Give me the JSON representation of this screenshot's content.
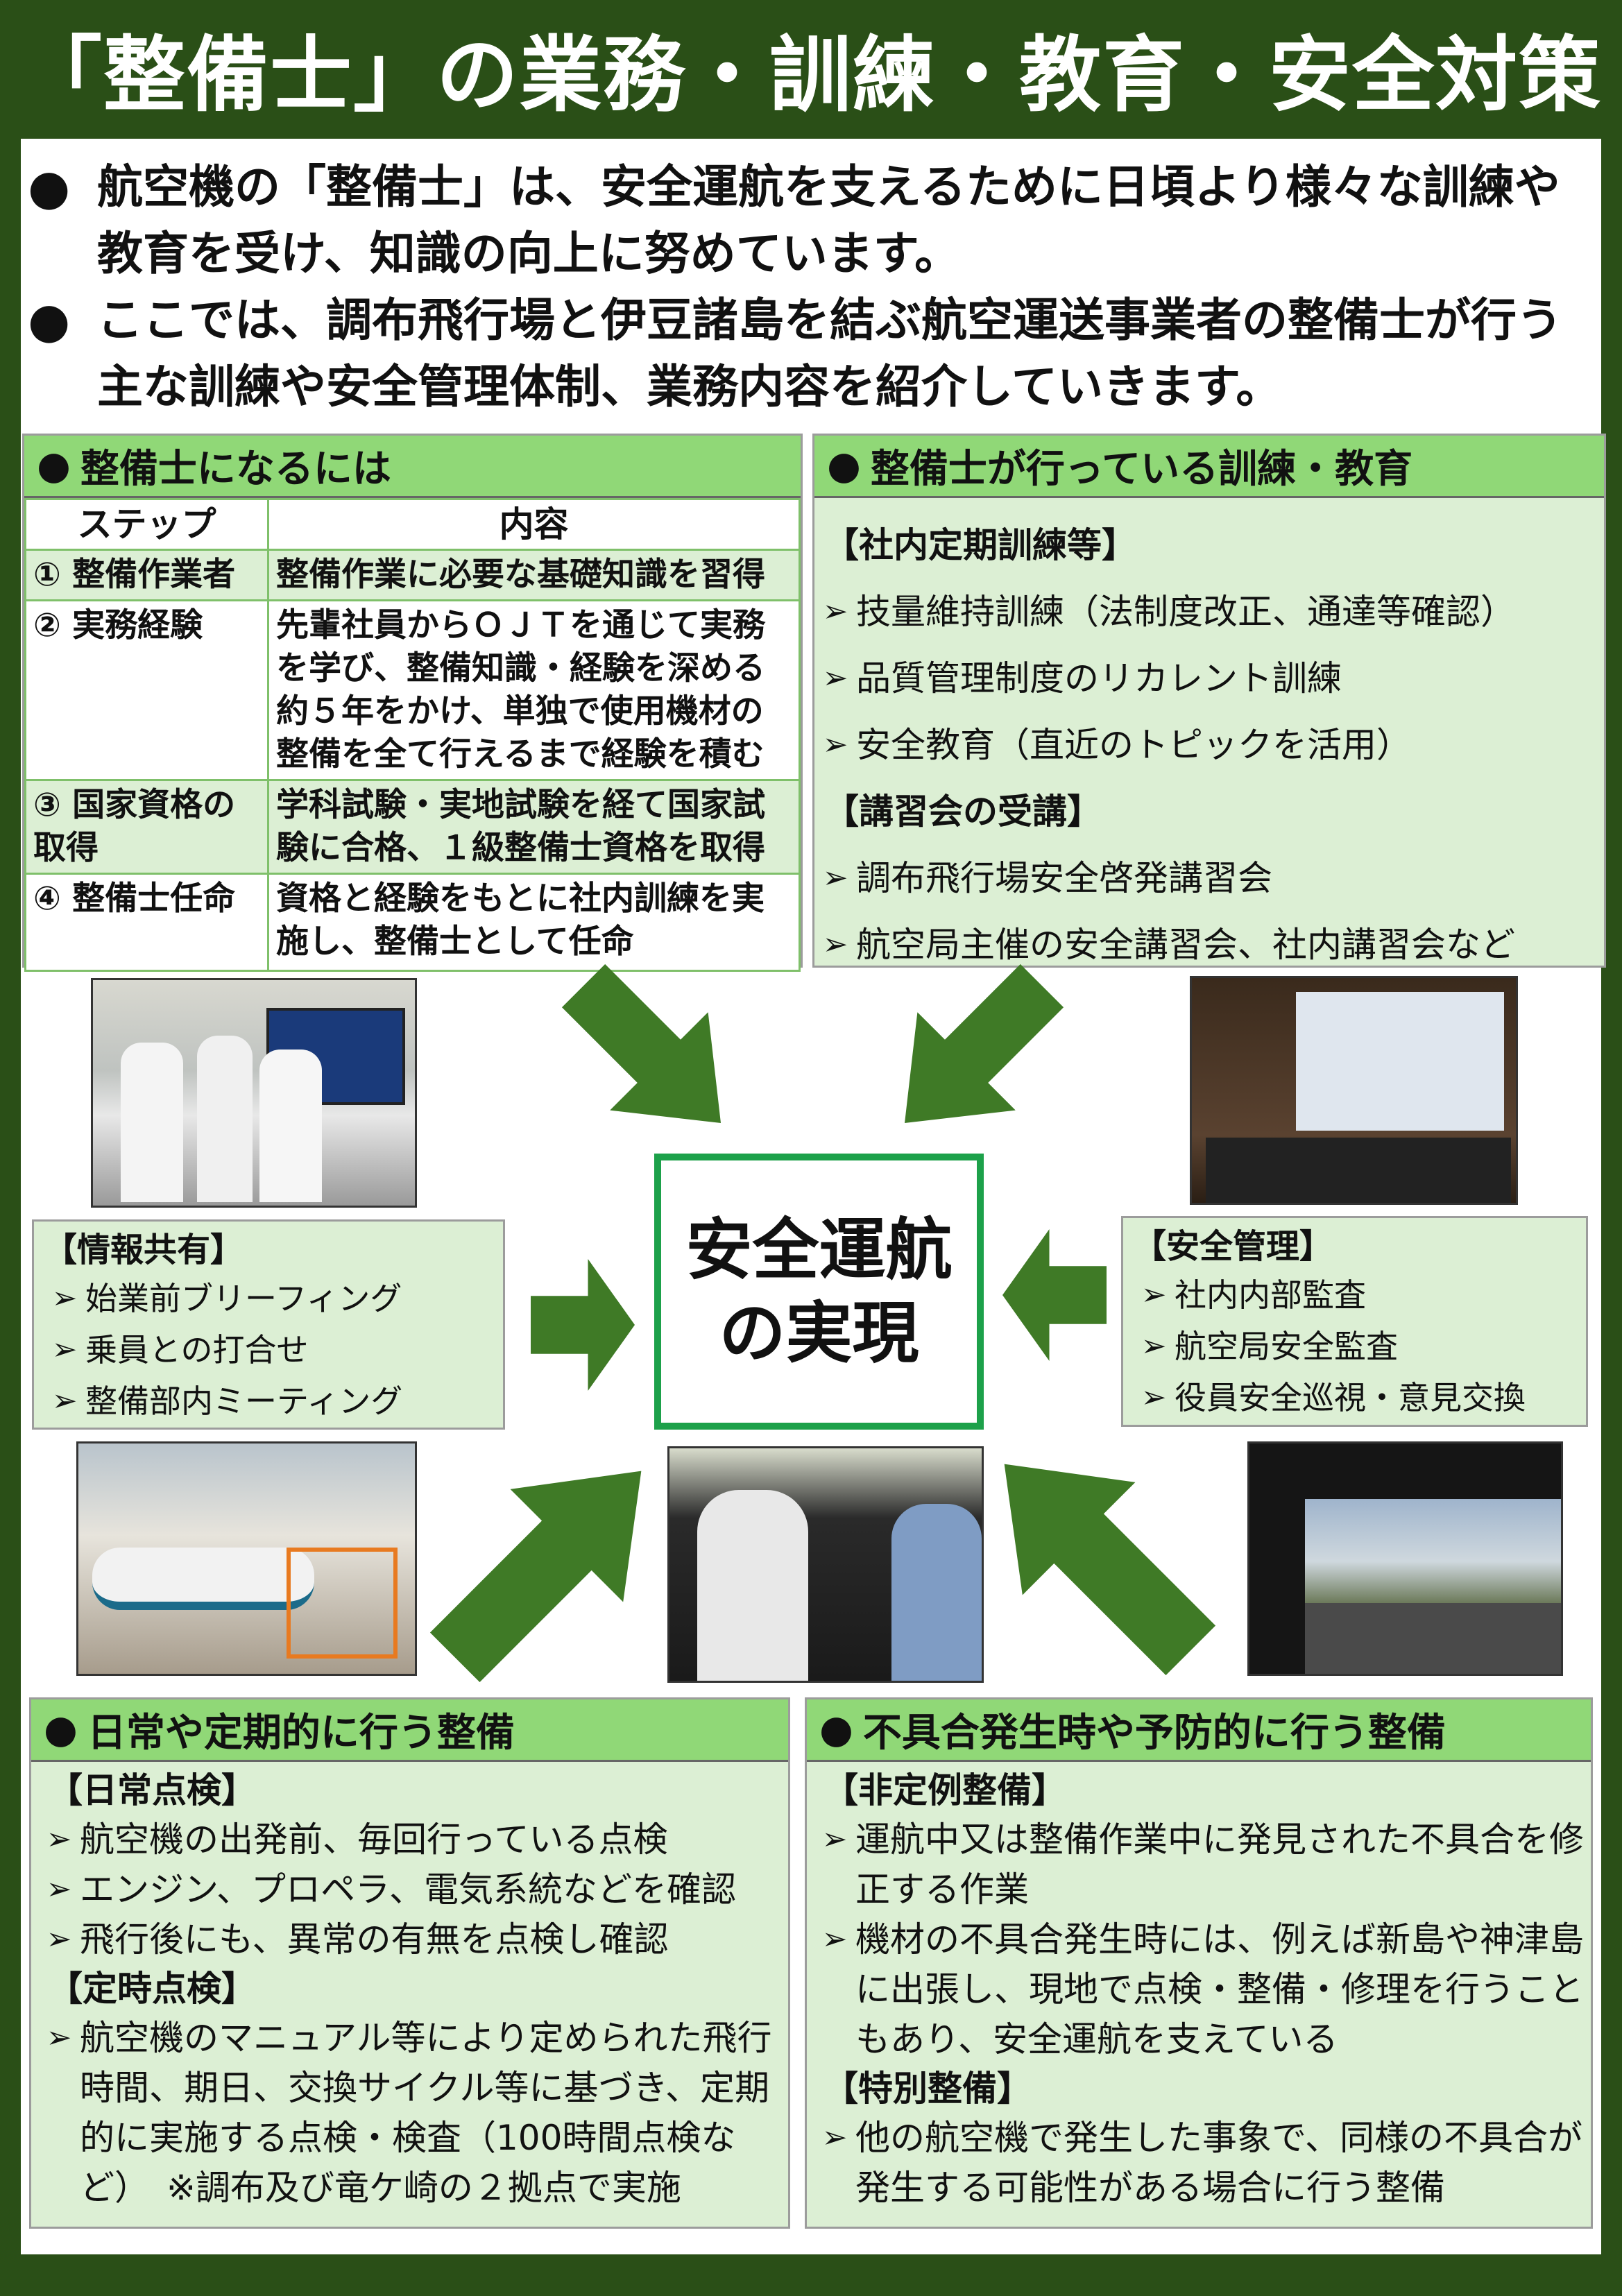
{
  "title": "「整備士」の業務・訓練・教育・安全対策",
  "bullet": "●",
  "intro": [
    "航空機の「整備士」は、安全運航を支えるために日頃より様々な訓練や教育を受け、知識の向上に努めています。",
    "ここでは、調布飛行場と伊豆諸島を結ぶ航空運送事業者の整備士が行う主な訓練や安全管理体制、業務内容を紹介していきます。"
  ],
  "become": {
    "header": "整備士になるには",
    "col_step": "ステップ",
    "col_content": "内容",
    "rows": [
      {
        "step": "① 整備作業者",
        "content": "整備作業に必要な基礎知識を習得"
      },
      {
        "step": "② 実務経験",
        "content": "先輩社員からＯＪＴを通じて実務を学び、整備知識・経験を深める約５年をかけ、単独で使用機材の整備を全て行えるまで経験を積む"
      },
      {
        "step": "③ 国家資格の取得",
        "content": "学科試験・実地試験を経て国家試験に合格、１級整備士資格を取得"
      },
      {
        "step": "④ 整備士任命",
        "content": "資格と経験をもとに社内訓練を実施し、整備士として任命"
      }
    ]
  },
  "training": {
    "header": "整備士が行っている訓練・教育",
    "sec1": "【社内定期訓練等】",
    "items1": [
      "技量維持訓練（法制度改正、通達等確認）",
      "品質管理制度のリカレント訓練",
      "安全教育（直近のトピックを活用）"
    ],
    "sec2": "【講習会の受講】",
    "items2": [
      "調布飛行場安全啓発講習会",
      "航空局主催の安全講習会、社内講習会など"
    ]
  },
  "info_share": {
    "title": "【情報共有】",
    "items": [
      "始業前ブリーフィング",
      "乗員との打合せ",
      "整備部内ミーティング"
    ]
  },
  "safety_mgmt": {
    "title": "【安全管理】",
    "items": [
      "社内内部監査",
      "航空局安全監査",
      "役員安全巡視・意見交換"
    ]
  },
  "center": {
    "line1": "安全運航",
    "line2": "の実現"
  },
  "arrow_mark": "➢",
  "routine": {
    "header": "日常や定期的に行う整備",
    "sec1": "【日常点検】",
    "items1": [
      "航空機の出発前、毎回行っている点検",
      "エンジン、プロペラ、電気系統などを確認",
      "飛行後にも、異常の有無を点検し確認"
    ],
    "sec2": "【定時点検】",
    "items2": [
      "航空機のマニュアル等により定められた飛行時間、期日、交換サイクル等に基づき、定期的に実施する点検・検査（100時間点検など）　※調布及び竜ケ崎の２拠点で実施"
    ]
  },
  "irregular": {
    "header": "不具合発生時や予防的に行う整備",
    "sec1": "【非定例整備】",
    "items1": [
      "運航中又は整備作業中に発見された不具合を修正する作業",
      "機材の不具合発生時には、例えば新島や神津島に出張し、現地で点検・整備・修理を行うこともあり、安全運航を支えている"
    ],
    "sec2": "【特別整備】",
    "items2": [
      "他の航空機で発生した事象で、同様の不具合が発生する可能性がある場合に行う整備"
    ]
  },
  "colors": {
    "bg": "#2a4f17",
    "header": "#90d877",
    "panel": "#dcefd4",
    "arrow": "#3f7a26",
    "center_border": "#1da14a"
  }
}
